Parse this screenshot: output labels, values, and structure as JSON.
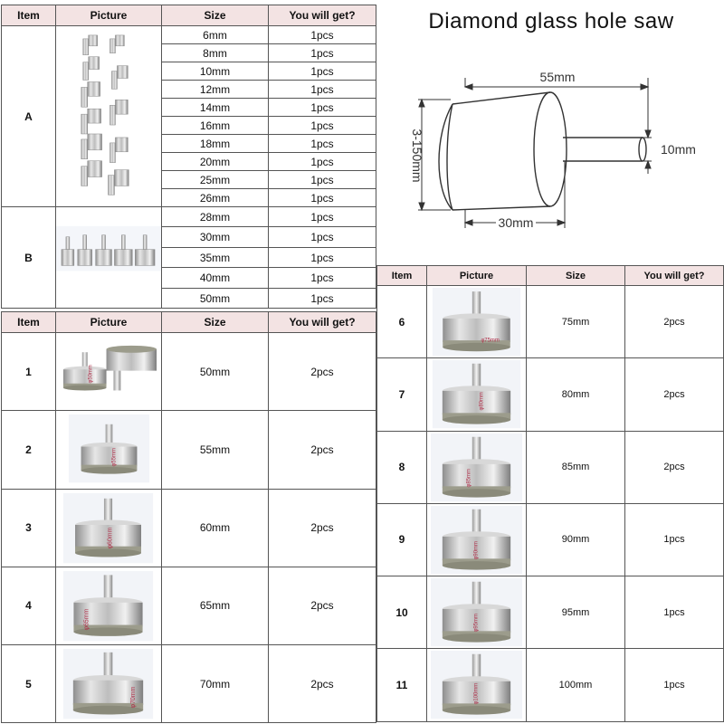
{
  "headers": {
    "item": "Item",
    "picture": "Picture",
    "size": "Size",
    "get": "You will get?"
  },
  "group_a": {
    "item": "A",
    "rows": [
      {
        "size": "6mm",
        "qty": "1pcs"
      },
      {
        "size": "8mm",
        "qty": "1pcs"
      },
      {
        "size": "10mm",
        "qty": "1pcs"
      },
      {
        "size": "12mm",
        "qty": "1pcs"
      },
      {
        "size": "14mm",
        "qty": "1pcs"
      },
      {
        "size": "16mm",
        "qty": "1pcs"
      },
      {
        "size": "18mm",
        "qty": "1pcs"
      },
      {
        "size": "20mm",
        "qty": "1pcs"
      },
      {
        "size": "25mm",
        "qty": "1pcs"
      },
      {
        "size": "26mm",
        "qty": "1pcs"
      }
    ]
  },
  "group_b": {
    "item": "B",
    "rows": [
      {
        "size": "28mm",
        "qty": "1pcs"
      },
      {
        "size": "30mm",
        "qty": "1pcs"
      },
      {
        "size": "35mm",
        "qty": "1pcs"
      },
      {
        "size": "40mm",
        "qty": "1pcs"
      },
      {
        "size": "50mm",
        "qty": "1pcs"
      }
    ]
  },
  "left_items": [
    {
      "item": "1",
      "size": "50mm",
      "qty": "2pcs"
    },
    {
      "item": "2",
      "size": "55mm",
      "qty": "2pcs"
    },
    {
      "item": "3",
      "size": "60mm",
      "qty": "2pcs"
    },
    {
      "item": "4",
      "size": "65mm",
      "qty": "2pcs"
    },
    {
      "item": "5",
      "size": "70mm",
      "qty": "2pcs"
    }
  ],
  "right_items": [
    {
      "item": "6",
      "size": "75mm",
      "qty": "2pcs"
    },
    {
      "item": "7",
      "size": "80mm",
      "qty": "2pcs"
    },
    {
      "item": "8",
      "size": "85mm",
      "qty": "2pcs"
    },
    {
      "item": "9",
      "size": "90mm",
      "qty": "1pcs"
    },
    {
      "item": "10",
      "size": "95mm",
      "qty": "1pcs"
    },
    {
      "item": "11",
      "size": "100mm",
      "qty": "1pcs"
    }
  ],
  "diagram": {
    "title": "Diamond glass hole saw",
    "length_label": "55mm",
    "diameter_label": "3-150mm",
    "shank_label": "10mm",
    "body_label": "30mm"
  },
  "picture_labels": [
    "φ50mm",
    "φ55mm",
    "φ60mm",
    "φ65mm",
    "φ70mm",
    "φ75mm",
    "φ80mm",
    "φ85mm",
    "φ90mm",
    "φ95mm",
    "φ100mm"
  ],
  "colors": {
    "header_bg": "#f3e3e3",
    "border": "#555555",
    "metal": "#c9c9c9",
    "marking": "#b0304a"
  }
}
